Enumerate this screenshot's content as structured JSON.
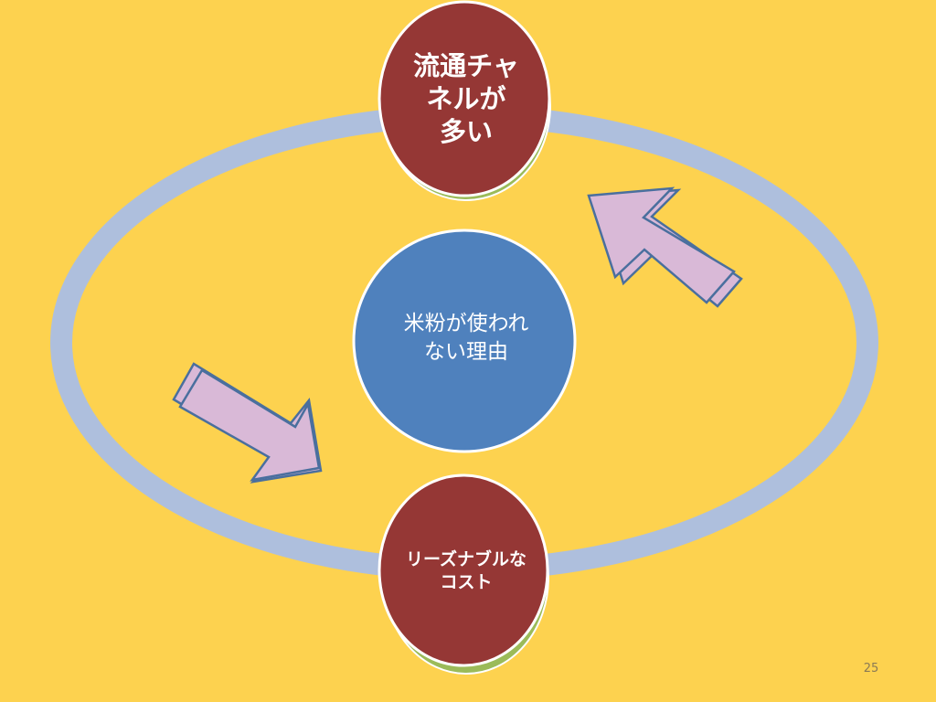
{
  "slide": {
    "background_color": "#fdd24f",
    "page_number": "25"
  },
  "diagram": {
    "type": "cycle",
    "center": {
      "label": "米粉が使われ\nない理由",
      "color": "#4f81bd"
    },
    "nodes": [
      {
        "label": "流通チャ\nネルが\n多い",
        "color": "#953735"
      },
      {
        "label": "リーズナブルな\nコスト",
        "color": "#953735"
      }
    ],
    "ring_color": "#aebfdd",
    "arrow_color": "#d9b9d7",
    "arrow_outline_color": "#4a6f9e",
    "node_shadow_color": "#9bbb59"
  }
}
